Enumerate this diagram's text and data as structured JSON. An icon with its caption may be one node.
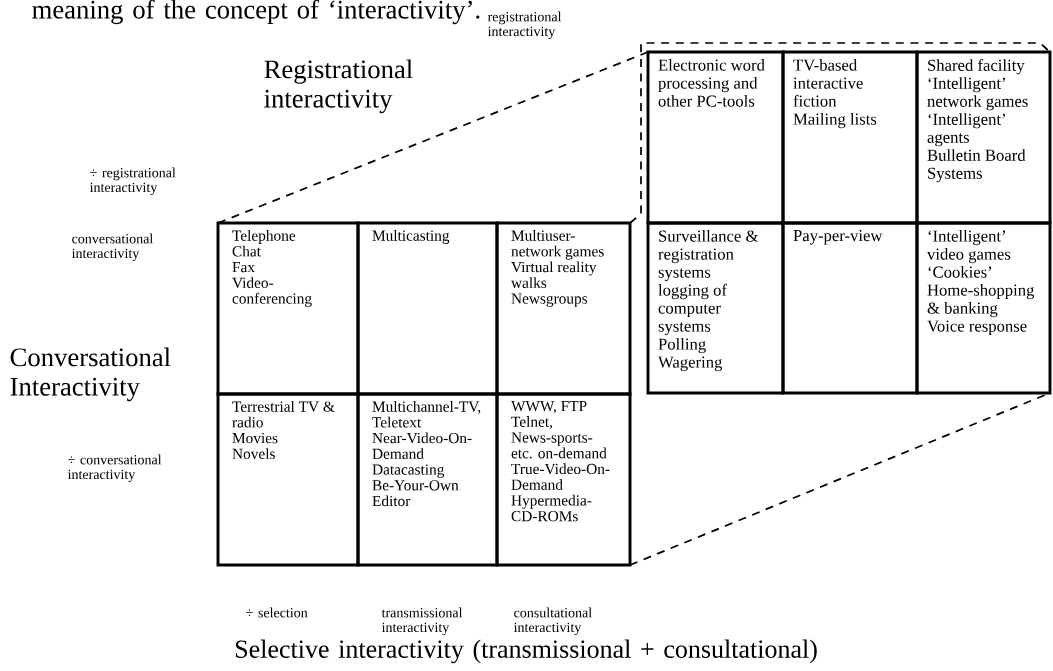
{
  "diagram": {
    "nodes": [
      {
        "text": [
          "Electronic word processing and other PC-tools"
        ]
      },
      {
        "text": [
          "TV-based interactive fiction",
          "Mailing lists"
        ]
      },
      {
        "text": [
          "Shared facility",
          "‘Intelligent’ network games",
          "‘Intelligent’ agents",
          "Bulletin Board Systems"
        ]
      },
      {
        "text": [
          "Surveillance & registration systems",
          "logging of computer systems",
          "Polling",
          "Wagering"
        ]
      },
      {
        "text": [
          "Pay-per-view"
        ]
      },
      {
        "text": [
          "‘Intelligent’ video games",
          "‘Cookies’",
          "Home-shopping & banking",
          "Voice response"
        ]
      },
      {
        "text": [
          "Telephone",
          "Chat",
          "Fax",
          "Video-conferencing"
        ]
      },
      {
        "text": [
          "Multicasting"
        ]
      },
      {
        "text": [
          "Multiuser-network games",
          "Virtual reality walks",
          "Newsgroups"
        ]
      },
      {
        "text": [
          "Terrestrial TV & radio",
          "Movies",
          "Novels"
        ]
      },
      {
        "text": [
          "Multichannel-TV, Teletext",
          "Near-Video-On-Demand",
          "Datacasting",
          "Be-Your-Own Editor"
        ]
      },
      {
        "text": [
          "WWW, FTP",
          "Telnet, News-sports- etc. on-demand",
          "True-Video-On-Demand",
          "Hypermedia-CD-ROMs"
        ]
      }
    ],
    "edges": [
      {
        "from": 6,
        "to": 0,
        "arrow": "none",
        "style": "dashed"
      },
      {
        "from": 8,
        "to": 2,
        "arrow": "none",
        "style": "dashed"
      },
      {
        "from": 11,
        "to": 5,
        "arrow": "none",
        "style": "dashed"
      }
    ],
    "labels": [
      "meaning of the concept of ‘interactivity’.",
      "registrational interactivity",
      "Registrational interactivity",
      "÷ registrational interactivity",
      "conversational interactivity",
      "Conversational Interactivity",
      "÷ conversational interactivity",
      "÷ selection",
      "transmissional interactivity",
      "consultational interactivity",
      "Selective interactivity (transmissional + consultational)"
    ]
  }
}
